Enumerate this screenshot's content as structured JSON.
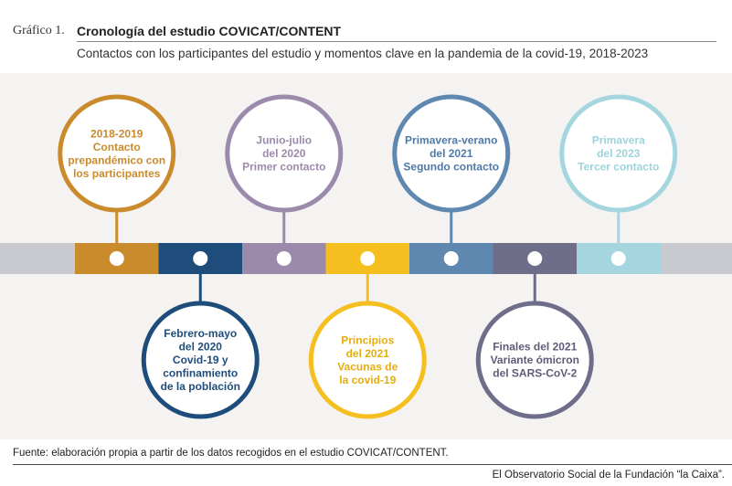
{
  "header": {
    "figure_label": "Gráfico 1.",
    "title": "Cronología del estudio COVICAT/CONTENT",
    "subtitle": "Contactos con los participantes del estudio y momentos clave en la pandemia de la covid-19, 2018-2023"
  },
  "colors": {
    "panel_bg": "#f4f3f1",
    "bar_end": "#c9c9d1"
  },
  "segments": [
    {
      "color": "#c98b2c"
    },
    {
      "color": "#1f4d7b"
    },
    {
      "color": "#9b8aac"
    },
    {
      "color": "#f4bf1f"
    },
    {
      "color": "#5e88b0"
    },
    {
      "color": "#6e6d8a"
    },
    {
      "color": "#a5d6df"
    }
  ],
  "events": [
    {
      "position": "top",
      "color": "#c98b2c",
      "text_color": "#c98b2c",
      "lines": [
        "2018-2019",
        "Contacto",
        "prepandémico con",
        "los participantes"
      ]
    },
    {
      "position": "bottom",
      "color": "#1f4d7b",
      "text_color": "#1f4d7b",
      "lines": [
        "Febrero-mayo",
        "del 2020",
        "Covid-19 y",
        "confinamiento",
        "de la población"
      ]
    },
    {
      "position": "top",
      "color": "#9b8aac",
      "text_color": "#9b8aac",
      "lines": [
        "Junio-julio",
        "del 2020",
        "Primer contacto"
      ]
    },
    {
      "position": "bottom",
      "color": "#f4bf1f",
      "text_color": "#e4ad12",
      "lines": [
        "Principios",
        "del 2021",
        "Vacunas de",
        "la covid-19"
      ]
    },
    {
      "position": "top",
      "color": "#5e88b0",
      "text_color": "#4f7aa6",
      "lines": [
        "Primavera-verano",
        "del 2021",
        "Segundo contacto"
      ]
    },
    {
      "position": "bottom",
      "color": "#6e6d8a",
      "text_color": "#5d5c78",
      "lines": [
        "Finales del 2021",
        "Variante ómicron",
        "del SARS-CoV-2"
      ]
    },
    {
      "position": "top",
      "color": "#a5d6df",
      "text_color": "#9dd3dc",
      "lines": [
        "Primavera",
        "del 2023",
        "Tercer contacto"
      ]
    }
  ],
  "footer": {
    "source": "Fuente: elaboración propia a partir de los datos recogidos en el estudio COVICAT/CONTENT.",
    "credit": "El Observatorio Social de la Fundación “la Caixa”."
  }
}
